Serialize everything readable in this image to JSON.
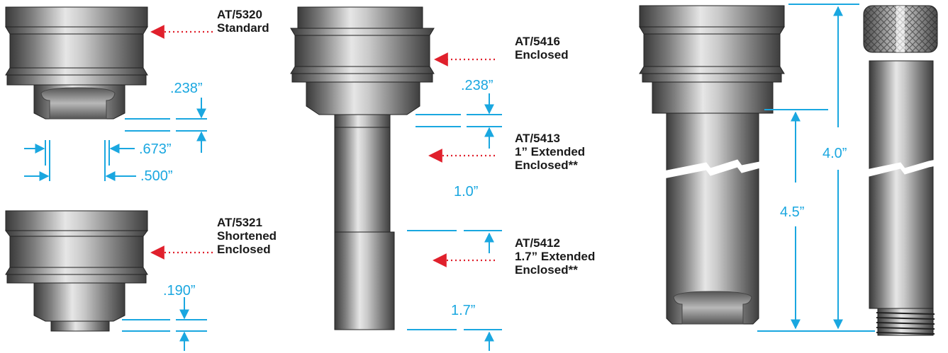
{
  "colors": {
    "dimension": "#1aa7e0",
    "pointer": "#e0202c",
    "label": "#1a1a1a",
    "metal_dark": "#3c3c3c",
    "metal_light": "#e4e4e4"
  },
  "parts": [
    {
      "id": "at5320",
      "line1": "AT/5320",
      "line2": "Standard"
    },
    {
      "id": "at5321",
      "line1": "AT/5321",
      "line2": "Shortened",
      "line3": "Enclosed"
    },
    {
      "id": "at5416",
      "line1": "AT/5416",
      "line2": "Enclosed"
    },
    {
      "id": "at5413",
      "line1": "AT/5413",
      "line2": "1” Extended",
      "line3": "Enclosed**"
    },
    {
      "id": "at5412",
      "line1": "AT/5412",
      "line2": "1.7” Extended",
      "line3": "Enclosed**"
    }
  ],
  "dimensions": {
    "standard_depth": ".238”",
    "standard_outer_dia": ".673”",
    "standard_inner_dia": ".500”",
    "shortened_depth": ".190”",
    "enclosed_depth": ".238”",
    "extension_1": "1.0”",
    "extension_2": "1.7”",
    "overall_length": "4.5”",
    "sleeve_length": "4.0”"
  }
}
